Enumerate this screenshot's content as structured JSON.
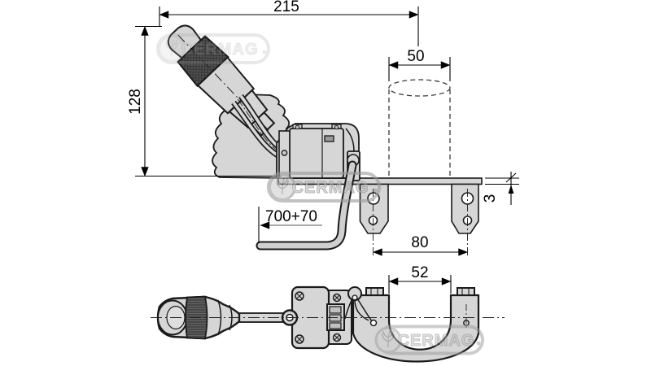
{
  "colors": {
    "outline": "#1a1a1a",
    "part_fill": "#d6d6d6",
    "knurl_fill": "#4a4a4a",
    "dimension_line": "#000000",
    "watermark": "#9b9b9b",
    "background": "#ffffff"
  },
  "dims": {
    "overall_width": "215",
    "tube_diameter": "50",
    "height": "128",
    "cable_length": "700+70",
    "hole_spacing": "80",
    "plate_thickness": "3",
    "clamp_opening": "52"
  },
  "watermark": {
    "text": "CERMAG"
  }
}
